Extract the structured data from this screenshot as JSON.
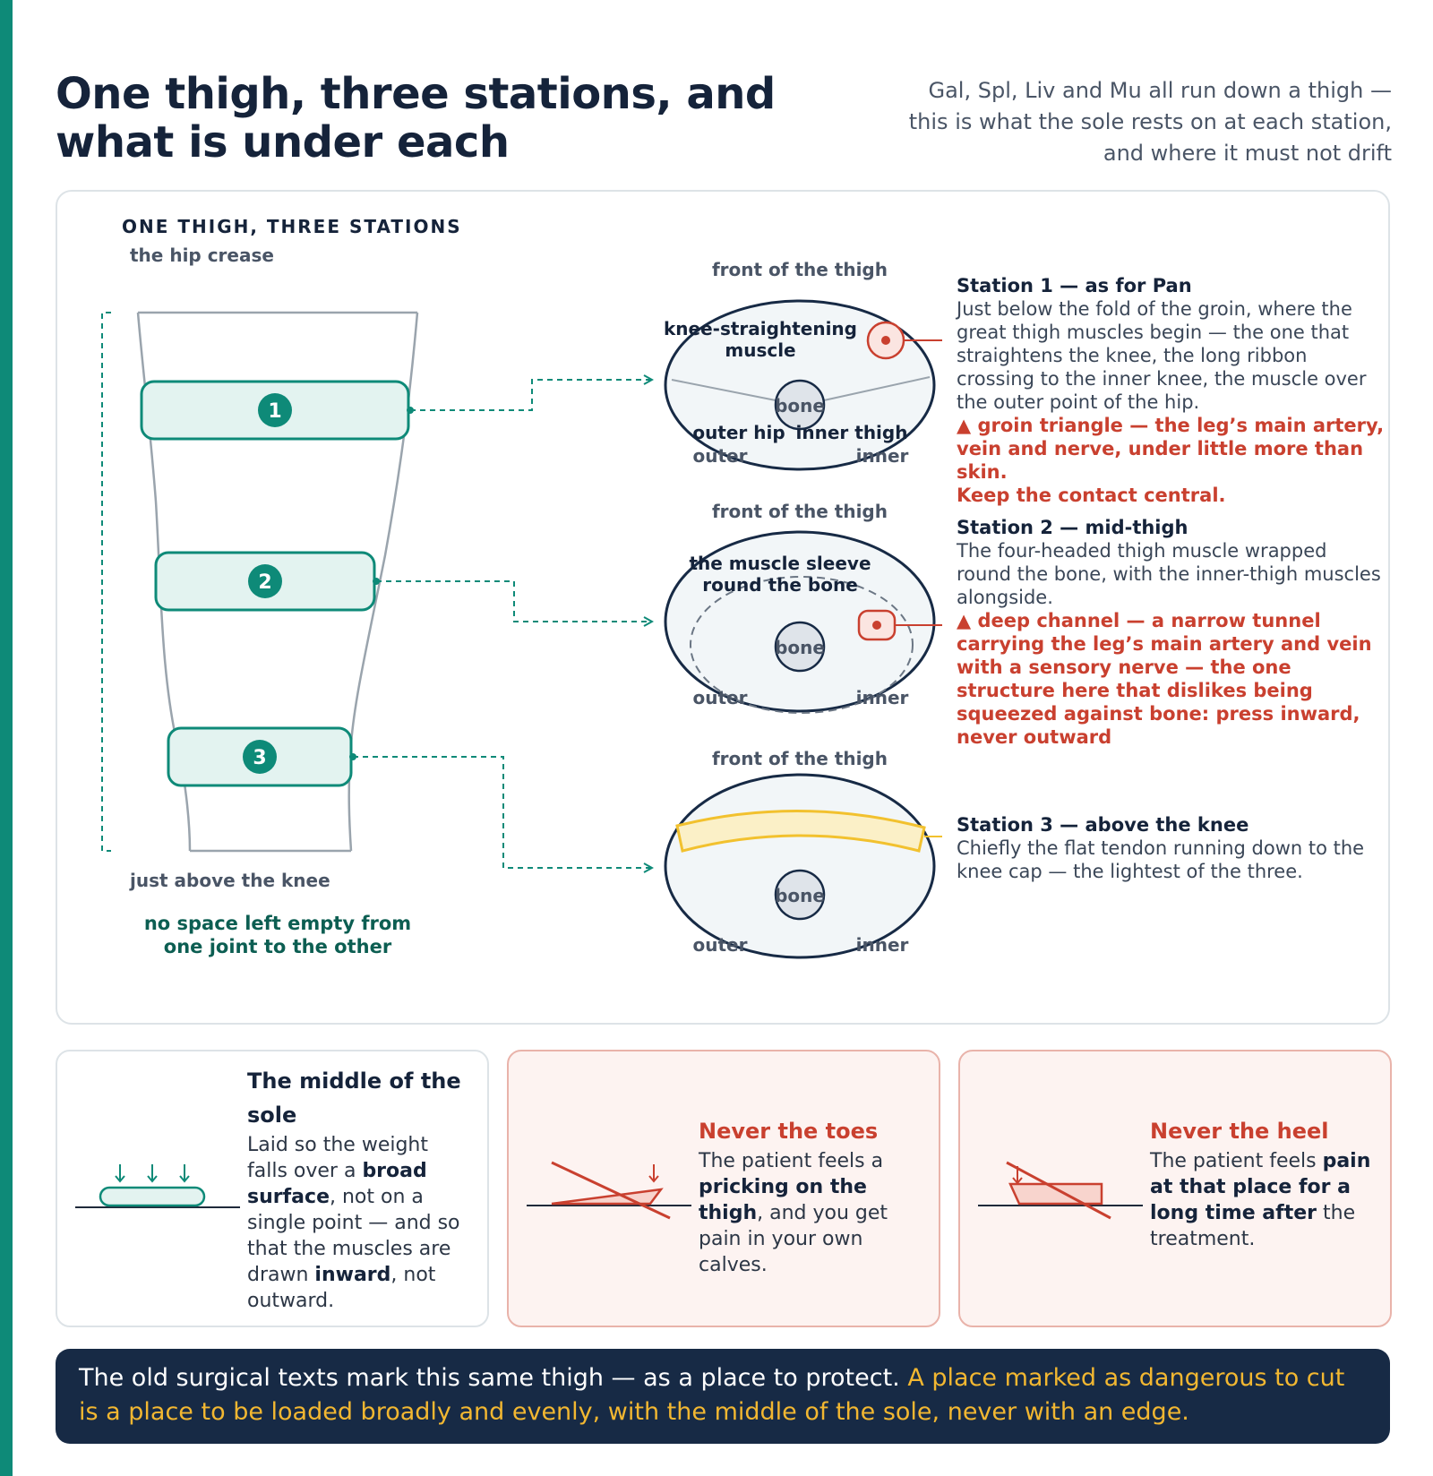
{
  "header": {
    "title": "One thigh, three stations, and what is under each",
    "subtitle": "Gal, Spl, Liv and Mu all run down a thigh — this is what the sole rests on at each station, and where it must not drift"
  },
  "diagram": {
    "heading": "ONE THIGH, THREE STATIONS",
    "top_label": "the hip crease",
    "bottom_label": "just above the knee",
    "note_line1": "no space left empty from",
    "note_line2": "one joint to the other",
    "stations": [
      {
        "number": "1",
        "section_label": "front of the thigh",
        "muscle_label_line1": "knee-straightening",
        "muscle_label_line2": "muscle",
        "bone": "bone",
        "left_inner_label": "outer hip",
        "right_inner_label": "inner thigh",
        "outer": "outer",
        "inner": "inner",
        "title": "Station 1 — as for Pan",
        "text": "Just below the fold of the groin, where the great thigh muscles begin — the one that straightens the knee, the long ribbon crossing to the inner knee, the muscle over the outer point of the hip.",
        "warning": "▲ groin triangle — the leg’s main artery, vein and nerve, under little more than skin.",
        "warning2": "Keep the contact central."
      },
      {
        "number": "2",
        "section_label": "front of the thigh",
        "muscle_label_line1": "the muscle sleeve",
        "muscle_label_line2": "round the bone",
        "bone": "bone",
        "outer": "outer",
        "inner": "inner",
        "title": "Station 2 — mid-thigh",
        "text": "The four-headed thigh muscle wrapped round the bone, with the inner-thigh muscles alongside.",
        "warning": "▲ deep channel — a narrow tunnel carrying the leg’s main artery and vein with a sensory nerve — the one structure here that dislikes being squeezed against bone: press inward, never outward"
      },
      {
        "number": "3",
        "section_label": "front of the thigh",
        "bone": "bone",
        "outer": "outer",
        "inner": "inner",
        "title": "Station 3 — above the knee",
        "text": "Chiefly the flat tendon running down to the knee cap — the lightest of the three."
      }
    ]
  },
  "cards": [
    {
      "title": "The middle of the sole",
      "parts": [
        "Laid so the weight falls over a ",
        "broad surface",
        ", not on a single point — and so that the muscles are drawn ",
        "inward",
        ", not outward."
      ]
    },
    {
      "title": "Never the toes",
      "parts": [
        "The patient feels a ",
        "pricking on the thigh",
        ", and you get pain in your own calves."
      ]
    },
    {
      "title": "Never the heel",
      "parts": [
        "The patient feels ",
        "pain at that place for a long time after",
        " the treatment."
      ]
    }
  ],
  "banner": {
    "plain": "The old surgical texts mark this same thigh — as a place to protect. ",
    "highlight": "A place marked as dangerous to cut is a place to be loaded broadly and evenly, with the middle of the sole, never with an edge."
  },
  "colors": {
    "teal": "#0e8a78",
    "teal_fill": "#e3f3f0",
    "danger": "#c9402f",
    "navy": "#172a45",
    "highlight": "#f2b731",
    "tendon": "#f2c12e"
  },
  "icons": [
    "danger-marker-icon",
    "arrow-icon",
    "sole-icon",
    "toe-edge-icon",
    "heel-edge-icon"
  ]
}
